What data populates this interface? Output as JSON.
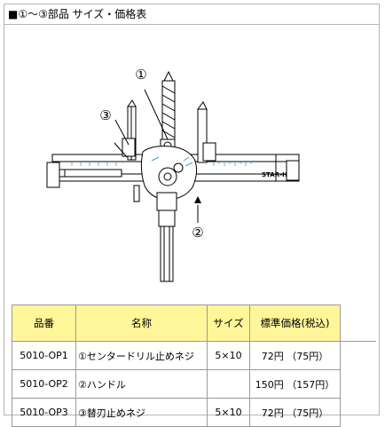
{
  "title": "■①～③部品 サイズ・価格表",
  "diagram": {
    "callout_1": "①",
    "callout_2": "②",
    "callout_3": "③",
    "ruler_text": "STAR-H"
  },
  "table": {
    "headers": [
      "品番",
      "名称",
      "サイズ",
      "標準価格(税込)"
    ],
    "rows": [
      {
        "code": "5010-OP1",
        "name": "①センタードリル止めネジ",
        "size": "5×10",
        "price": "72円 （75円）"
      },
      {
        "code": "5010-OP2",
        "name": "②ハンドル",
        "size": "",
        "price": "150円 （157円）"
      },
      {
        "code": "5010-OP3",
        "name": "③替刃止めネジ",
        "size": "5×10",
        "price": "72円 （75円）"
      }
    ]
  }
}
